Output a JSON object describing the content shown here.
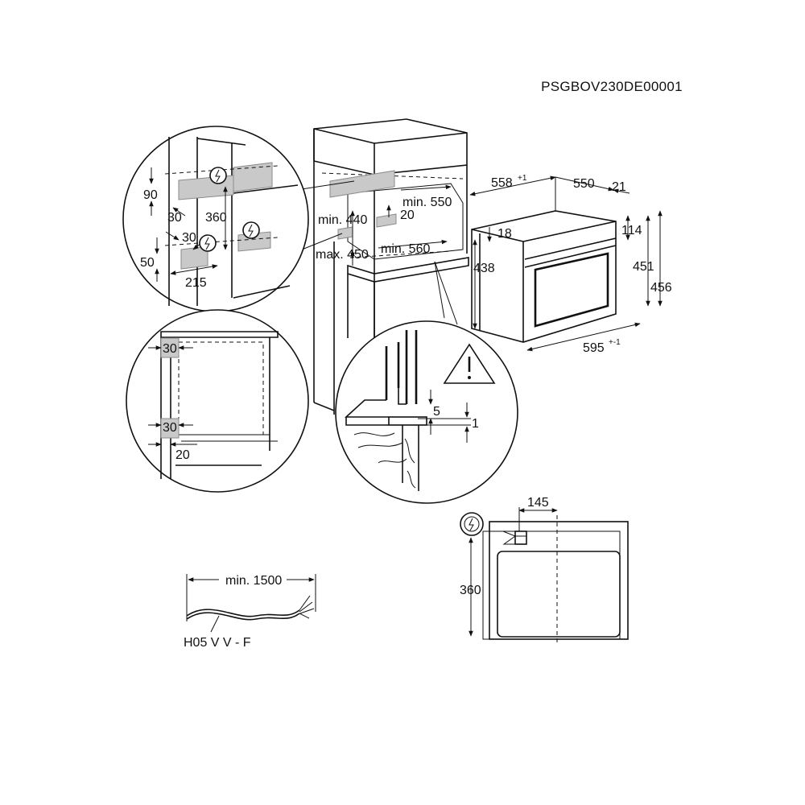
{
  "document_code": "PSGBOV230DE00001",
  "cabinet_view": {
    "labels": [
      "min. 550",
      "20",
      "min. 440",
      "min. 560",
      "max. 450"
    ]
  },
  "oven_view": {
    "labels": [
      "558",
      "+1",
      "550",
      "21",
      "18",
      "114",
      "438",
      "451",
      "456",
      "595",
      "+-1"
    ]
  },
  "detail_top_left": {
    "labels": [
      "90",
      "30",
      "360",
      "30",
      "50",
      "215"
    ]
  },
  "detail_middle_left": {
    "labels": [
      "30",
      "30",
      "20"
    ]
  },
  "detail_recess": {
    "labels": [
      "5",
      "1"
    ]
  },
  "rear_view": {
    "labels": [
      "145",
      "360"
    ]
  },
  "cable": {
    "length_label": "min. 1500",
    "type_label": "H05 V V - F"
  }
}
